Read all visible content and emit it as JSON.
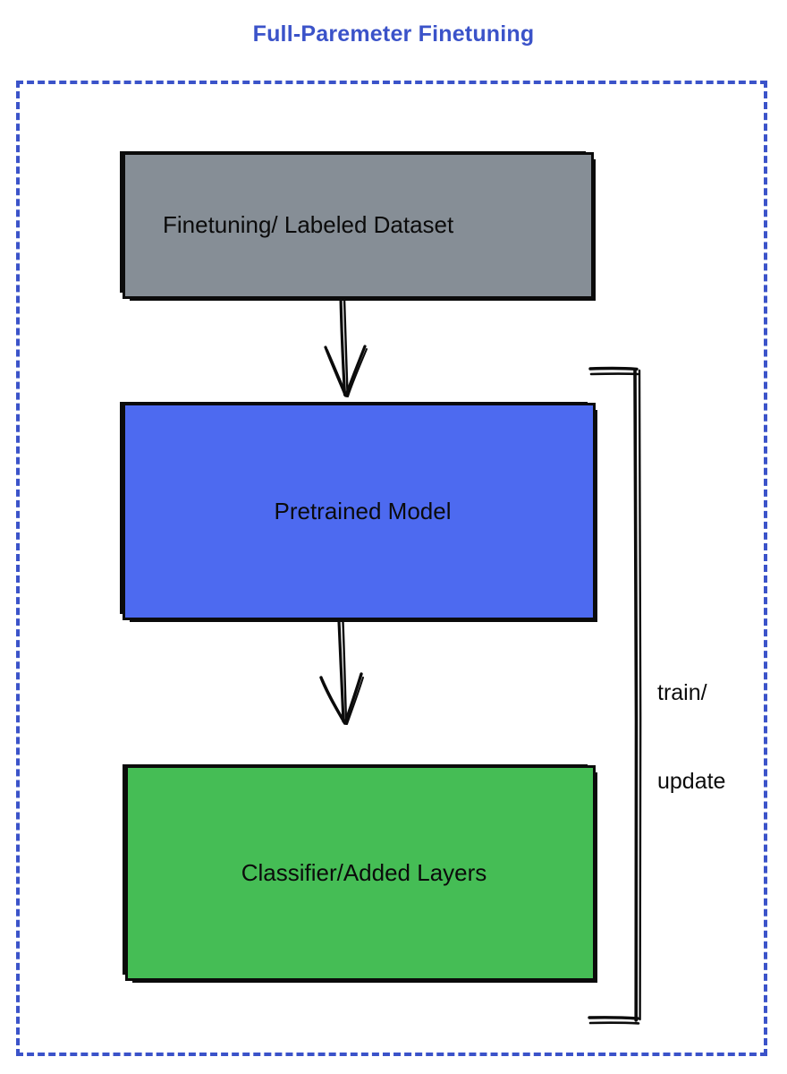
{
  "diagram": {
    "title": "Full-Paremeter Finetuning",
    "title_color": "#3b53c9",
    "frame": {
      "style": "dashed",
      "color": "#3b53c9"
    },
    "nodes": [
      {
        "id": "dataset",
        "label": "Finetuning/ Labeled Dataset",
        "fill": "#868e96",
        "stroke": "#0b0b0b"
      },
      {
        "id": "pretrained",
        "label": "Pretrained Model",
        "fill": "#4d6af0",
        "stroke": "#0b0b0b"
      },
      {
        "id": "classifier",
        "label": "Classifier/Added Layers",
        "fill": "#45bd55",
        "stroke": "#0b0b0b"
      }
    ],
    "edges": [
      {
        "id": "dataset-to-pretrained",
        "from": "dataset",
        "to": "pretrained",
        "label": "",
        "arrow": "down"
      },
      {
        "id": "pretrained-to-classifier",
        "from": "pretrained",
        "to": "classifier",
        "label": "",
        "arrow": "down"
      },
      {
        "id": "feedback-loop",
        "from": "classifier",
        "to": "pretrained",
        "label_line1": "train/",
        "label_line2": "update",
        "arrow": "none"
      }
    ]
  }
}
